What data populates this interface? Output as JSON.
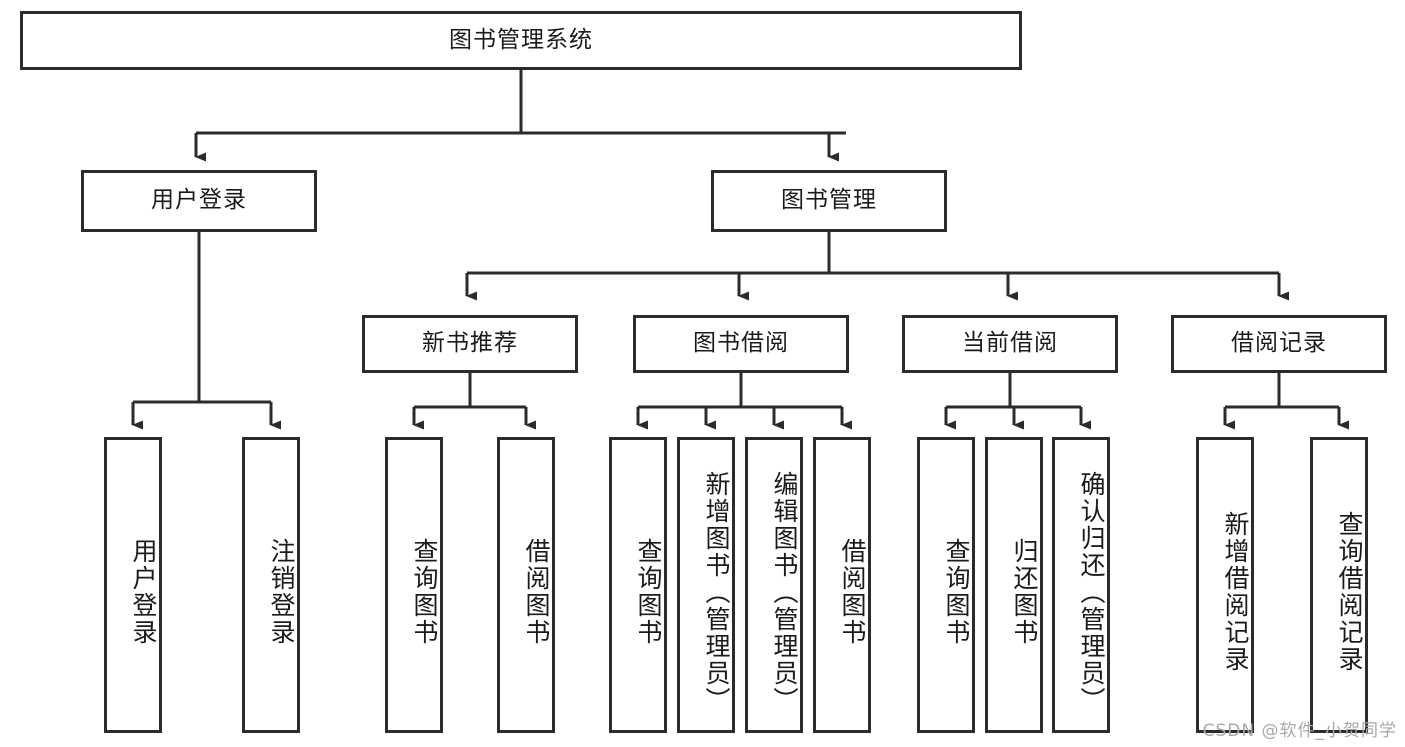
{
  "diagram": {
    "title": "图书管理系统",
    "type": "tree-hierarchy",
    "root": {
      "label": "图书管理系统"
    },
    "level2": [
      {
        "label": "用户登录"
      },
      {
        "label": "图书管理"
      }
    ],
    "level3": [
      {
        "label": "新书推荐"
      },
      {
        "label": "图书借阅"
      },
      {
        "label": "当前借阅"
      },
      {
        "label": "借阅记录"
      }
    ],
    "leaves": {
      "user_login": [
        {
          "label": "用户登录"
        },
        {
          "label": "注销登录"
        }
      ],
      "new_book_recommend": [
        {
          "label": "查询图书"
        },
        {
          "label": "借阅图书"
        }
      ],
      "book_borrow": [
        {
          "label": "查询图书"
        },
        {
          "label": "新增图书（管理员）"
        },
        {
          "label": "编辑图书（管理员）"
        },
        {
          "label": "借阅图书"
        }
      ],
      "current_borrow": [
        {
          "label": "查询图书"
        },
        {
          "label": "归还图书"
        },
        {
          "label": "确认归还（管理员）"
        }
      ],
      "borrow_record": [
        {
          "label": "新增借阅记录"
        },
        {
          "label": "查询借阅记录"
        }
      ]
    }
  },
  "watermark": {
    "text": "CSDN @软件_小贺同学"
  },
  "colors": {
    "border": "#2b2b2b",
    "background": "#ffffff",
    "text": "#1b1b1b",
    "watermark": "#a8a8a8"
  }
}
